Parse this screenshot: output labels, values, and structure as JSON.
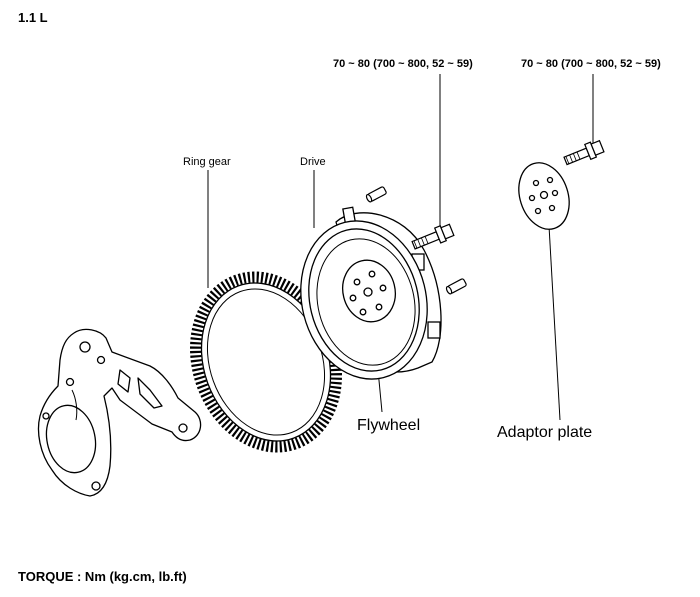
{
  "title": "1.1 L",
  "callouts": {
    "bolt_torque_left": "70 ~ 80 (700 ~ 800, 52 ~ 59)",
    "bolt_torque_right": "70 ~ 80 (700 ~ 800, 52 ~ 59)",
    "ring_gear": "Ring gear",
    "drive": "Drive",
    "flywheel": "Flywheel",
    "adaptor_plate": "Adaptor plate"
  },
  "footer": {
    "torque_units": "TORQUE : Nm (kg.cm, lb.ft)"
  }
}
